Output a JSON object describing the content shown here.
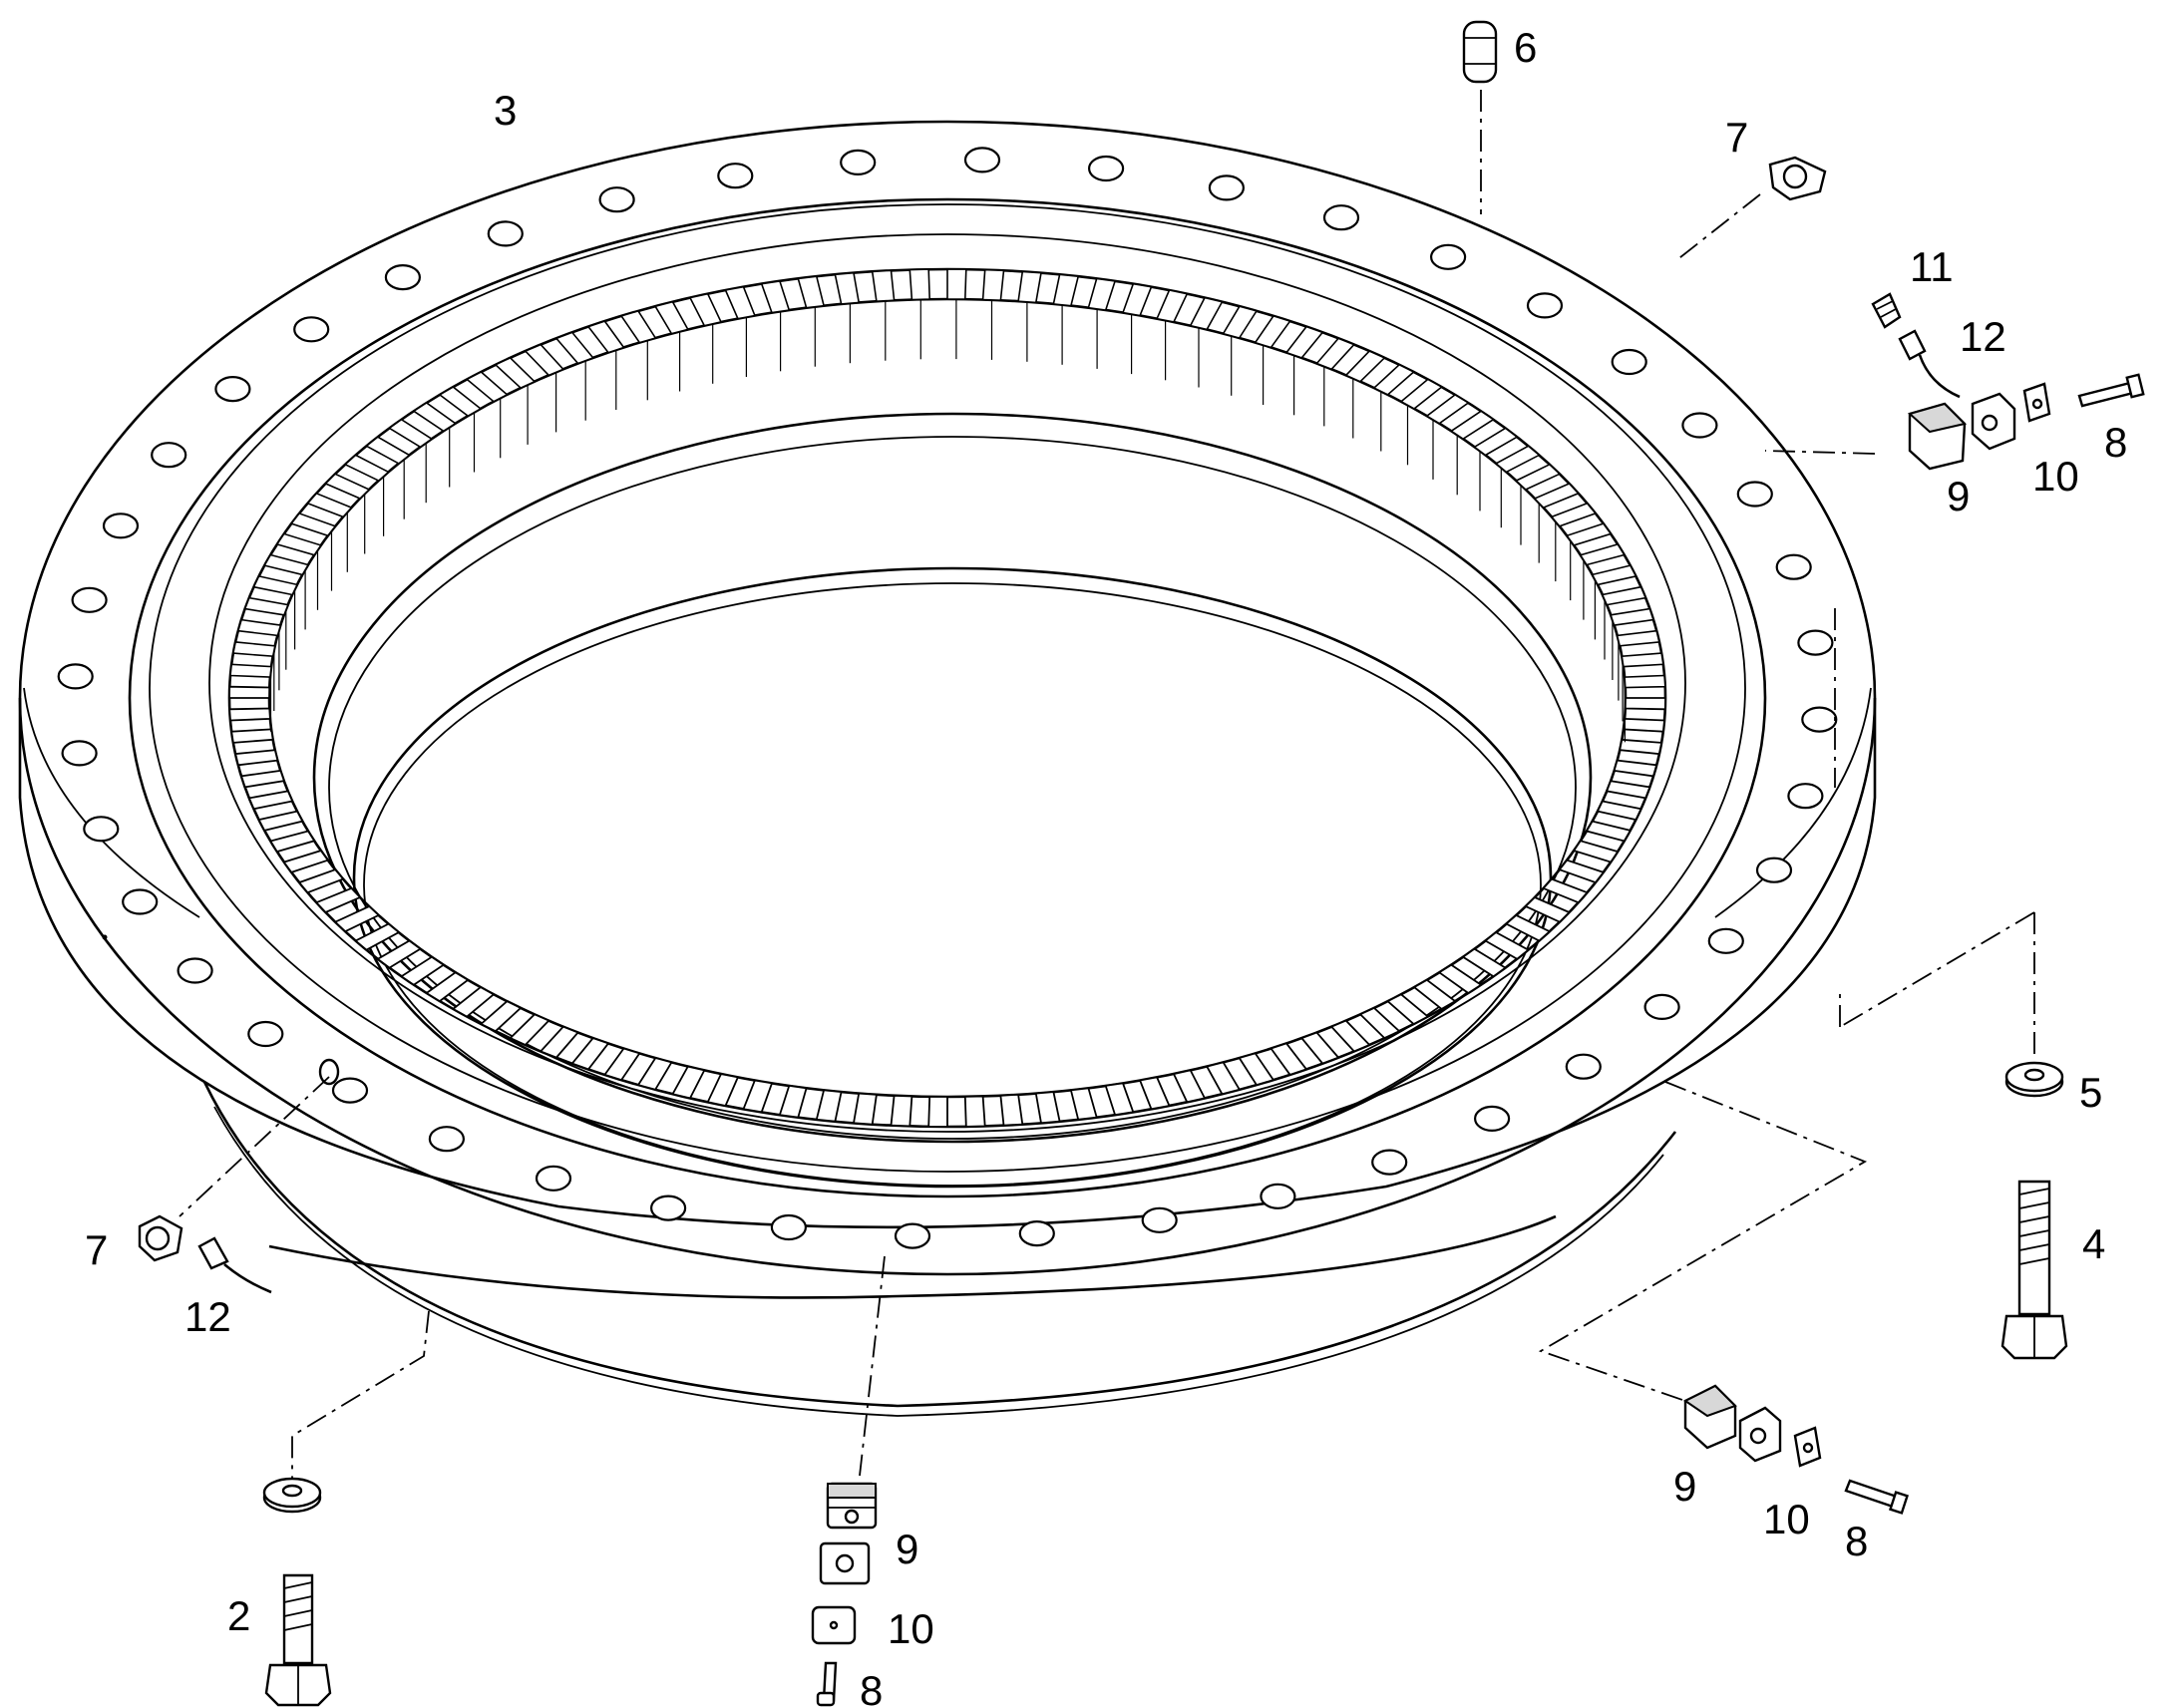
{
  "diagram": {
    "colors": {
      "line": "#000000",
      "background": "#ffffff",
      "shade": "#d8d8d8"
    },
    "callouts": {
      "c2": "2",
      "c3": "3",
      "c4": "4",
      "c5": "5",
      "c6": "6",
      "c7_top": "7",
      "c7_left": "7",
      "c8_top": "8",
      "c8_right": "8",
      "c8_bottom": "8",
      "c9_top": "9",
      "c9_right": "9",
      "c9_bottom": "9",
      "c10_top": "10",
      "c10_right": "10",
      "c10_bottom": "10",
      "c11": "11",
      "c12_top": "12",
      "c12_left": "12"
    }
  }
}
